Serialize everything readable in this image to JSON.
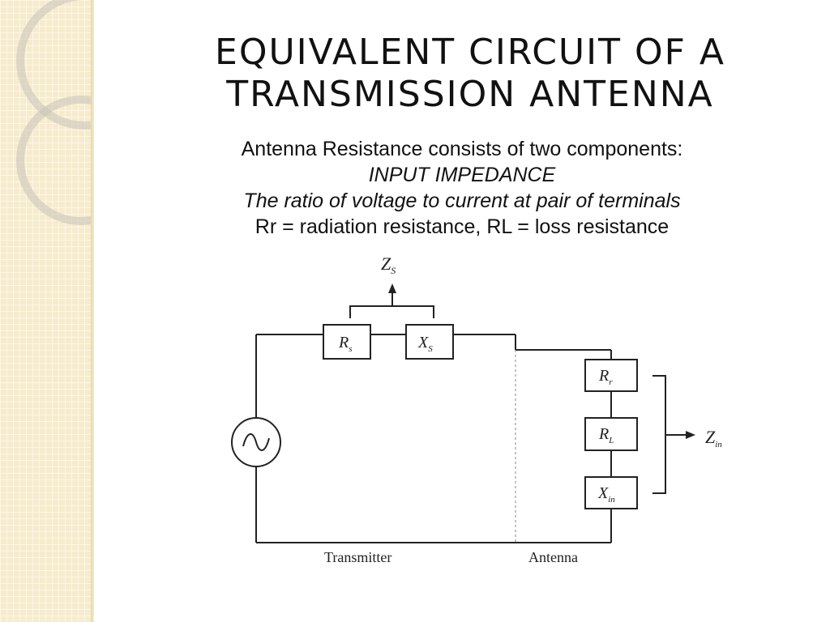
{
  "title": {
    "line1": "EQUIVALENT CIRCUIT OF A",
    "line2": "TRANSMISSION ANTENNA"
  },
  "body": {
    "line1": "Antenna Resistance consists of two components:",
    "line2": "INPUT IMPEDANCE",
    "line3": "The ratio of voltage to current at pair of terminals",
    "line4": "Rr = radiation resistance, RL = loss resistance"
  },
  "circuit": {
    "zs_label": "Z",
    "zs_sub": "S",
    "rs_label": "R",
    "rs_sub": "s",
    "xs_label": "X",
    "xs_sub": "S",
    "rr_label": "R",
    "rr_sub": "r",
    "rl_label": "R",
    "rl_sub": "L",
    "xin_label": "X",
    "xin_sub": "in",
    "zin_label": "Z",
    "zin_sub": "in",
    "transmitter_label": "Transmitter",
    "antenna_label": "Antenna"
  }
}
